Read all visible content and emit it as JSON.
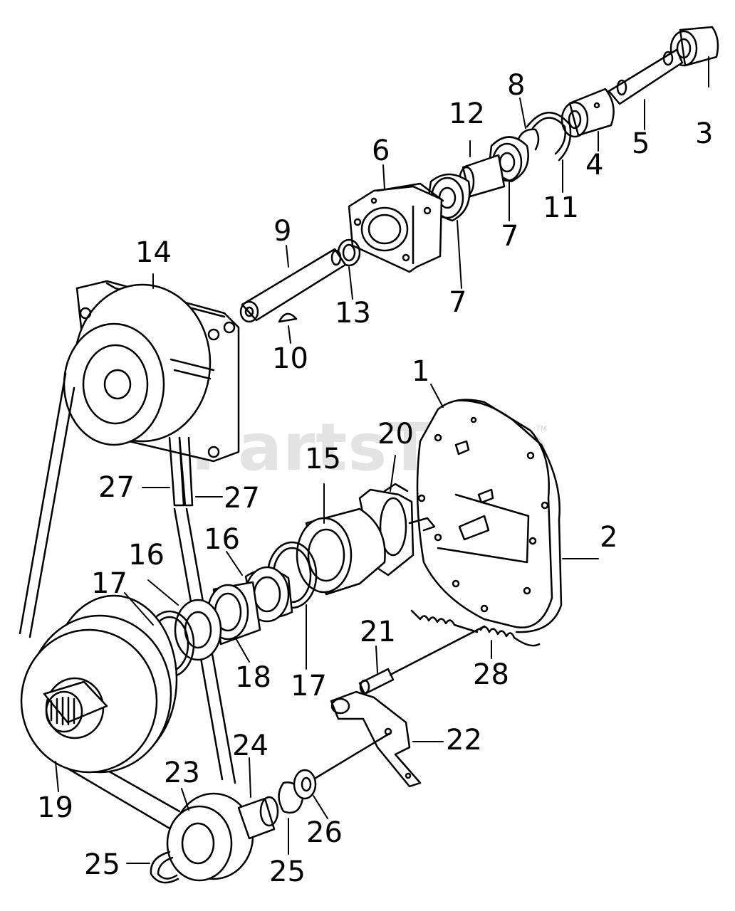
{
  "watermark": {
    "text": "PartsTree",
    "tm": "TM"
  },
  "callouts": [
    {
      "id": "c1",
      "text": "1"
    },
    {
      "id": "c2",
      "text": "2"
    },
    {
      "id": "c3",
      "text": "3"
    },
    {
      "id": "c4",
      "text": "4"
    },
    {
      "id": "c5",
      "text": "5"
    },
    {
      "id": "c6",
      "text": "6"
    },
    {
      "id": "c7a",
      "text": "7"
    },
    {
      "id": "c7b",
      "text": "7"
    },
    {
      "id": "c8",
      "text": "8"
    },
    {
      "id": "c9",
      "text": "9"
    },
    {
      "id": "c10",
      "text": "10"
    },
    {
      "id": "c11",
      "text": "11"
    },
    {
      "id": "c12",
      "text": "12"
    },
    {
      "id": "c13",
      "text": "13"
    },
    {
      "id": "c14",
      "text": "14"
    },
    {
      "id": "c15",
      "text": "15"
    },
    {
      "id": "c16a",
      "text": "16"
    },
    {
      "id": "c16b",
      "text": "16"
    },
    {
      "id": "c17a",
      "text": "17"
    },
    {
      "id": "c17b",
      "text": "17"
    },
    {
      "id": "c18",
      "text": "18"
    },
    {
      "id": "c19",
      "text": "19"
    },
    {
      "id": "c20",
      "text": "20"
    },
    {
      "id": "c21",
      "text": "21"
    },
    {
      "id": "c22",
      "text": "22"
    },
    {
      "id": "c23",
      "text": "23"
    },
    {
      "id": "c24",
      "text": "24"
    },
    {
      "id": "c25a",
      "text": "25"
    },
    {
      "id": "c25b",
      "text": "25"
    },
    {
      "id": "c26",
      "text": "26"
    },
    {
      "id": "c27a",
      "text": "27"
    },
    {
      "id": "c27b",
      "text": "27"
    },
    {
      "id": "c28",
      "text": "28"
    }
  ]
}
